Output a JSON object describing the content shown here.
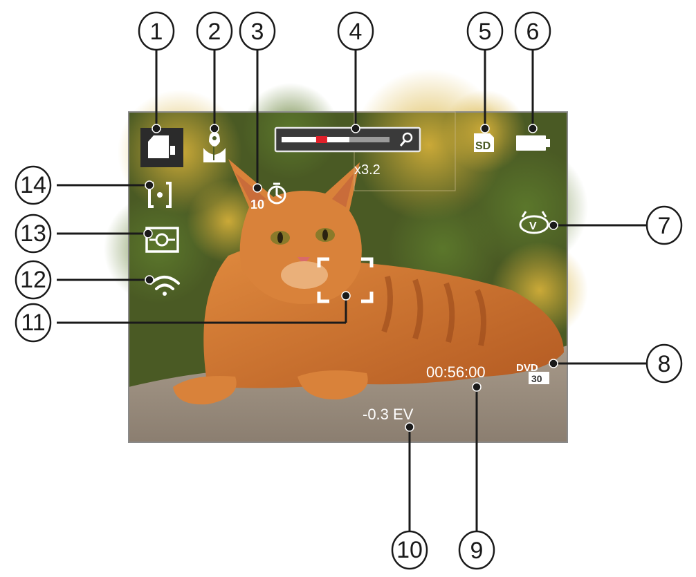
{
  "screen": {
    "zoom_label": "x3.2",
    "recording_time": "00:56:00",
    "exposure_comp": "-0.3 EV",
    "self_timer_value": "10",
    "storage_label": "SD",
    "video_quality_label": "DVD",
    "frame_rate_label": "30",
    "stabilizer_label": "V"
  },
  "callouts": [
    "1",
    "2",
    "3",
    "4",
    "5",
    "6",
    "7",
    "8",
    "9",
    "10",
    "11",
    "12",
    "13",
    "14"
  ],
  "zoom_bar": {
    "level": 0.32,
    "accent_color": "#e0202a"
  },
  "icons": {
    "mode": "video-camera-icon",
    "scene": "macro-flower-icon",
    "timer": "self-timer-icon",
    "zoom": "magnifier-icon",
    "storage": "sd-card-icon",
    "battery": "battery-full-icon",
    "stabilizer": "anti-shake-icon",
    "quality": "dvd-quality-icon",
    "focus": "focus-frame-icon",
    "wifi": "wifi-icon",
    "metering": "spot-metering-icon",
    "af_mode": "af-mode-icon"
  },
  "colors": {
    "osd": "#ffffff",
    "line": "#1a1a1a",
    "mode_bg": "#2b2b2b",
    "photo_border": "#8a8a8a"
  }
}
